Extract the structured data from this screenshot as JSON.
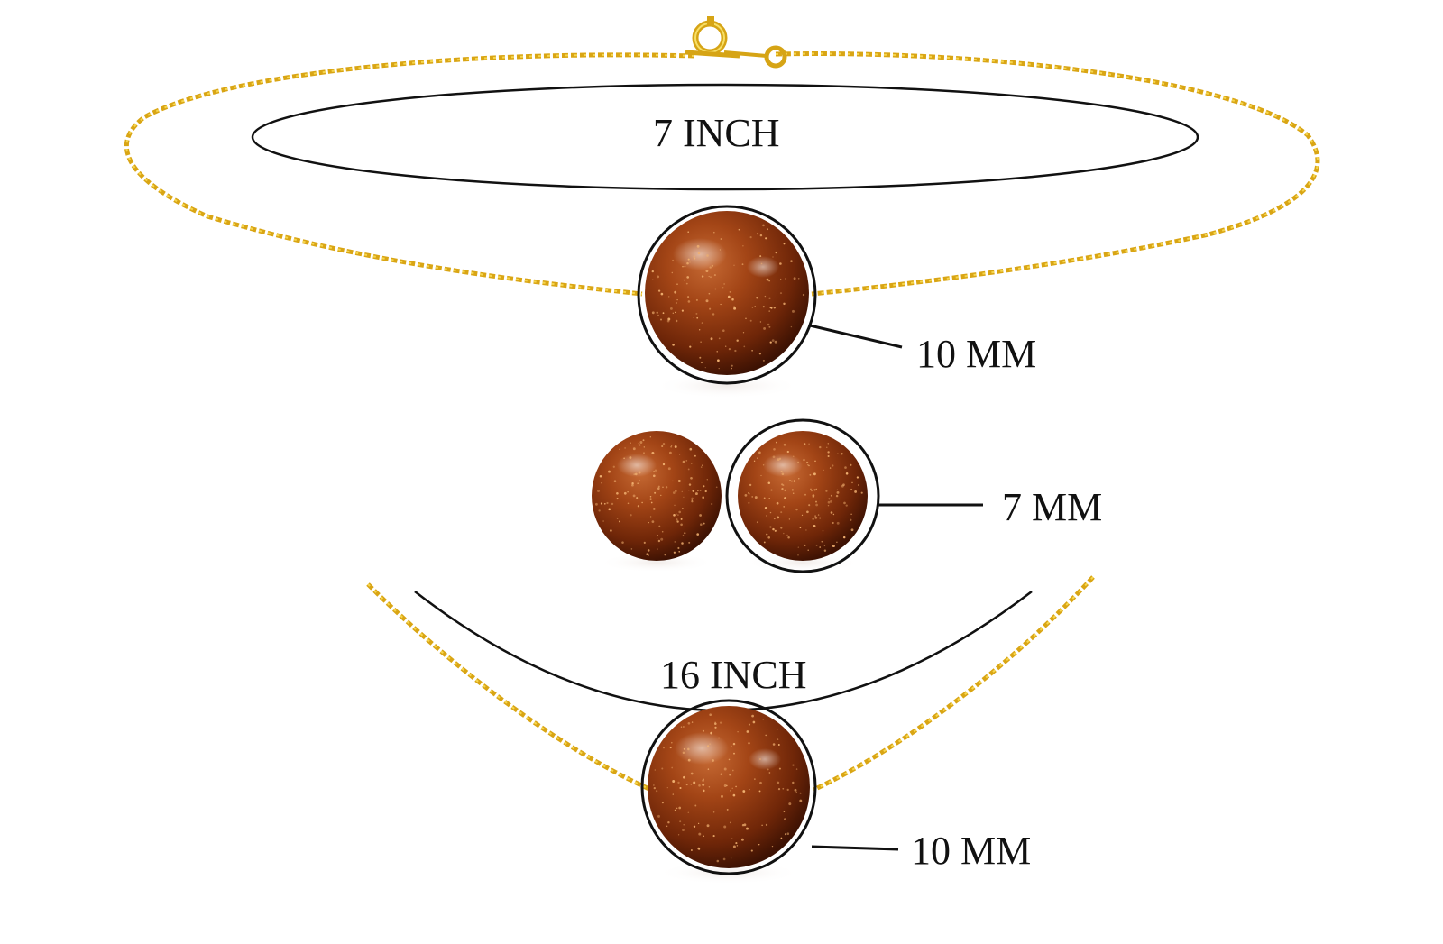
{
  "labels": {
    "bracelet_length": "7 INCH",
    "bracelet_bead": "10 MM",
    "earring_size": "7 MM",
    "necklace_length": "16 INCH",
    "necklace_bead": "10 MM"
  },
  "colors": {
    "background": "#ffffff",
    "gold_chain": "#e0b21a",
    "gold_highlight": "#f7dc5a",
    "stone_dark": "#5a1f08",
    "stone_mid": "#9c3f14",
    "stone_light": "#c2612a",
    "sparkle": "#f0b070",
    "annotation_line": "#111111"
  },
  "items": {
    "bracelet": {
      "stone": "goldstone bead",
      "chain": "gold cable chain",
      "clasp": "spring ring clasp"
    },
    "earrings": {
      "count": 2,
      "stone": "goldstone bead"
    },
    "necklace": {
      "stone": "goldstone bead",
      "chain": "gold cable chain"
    }
  }
}
